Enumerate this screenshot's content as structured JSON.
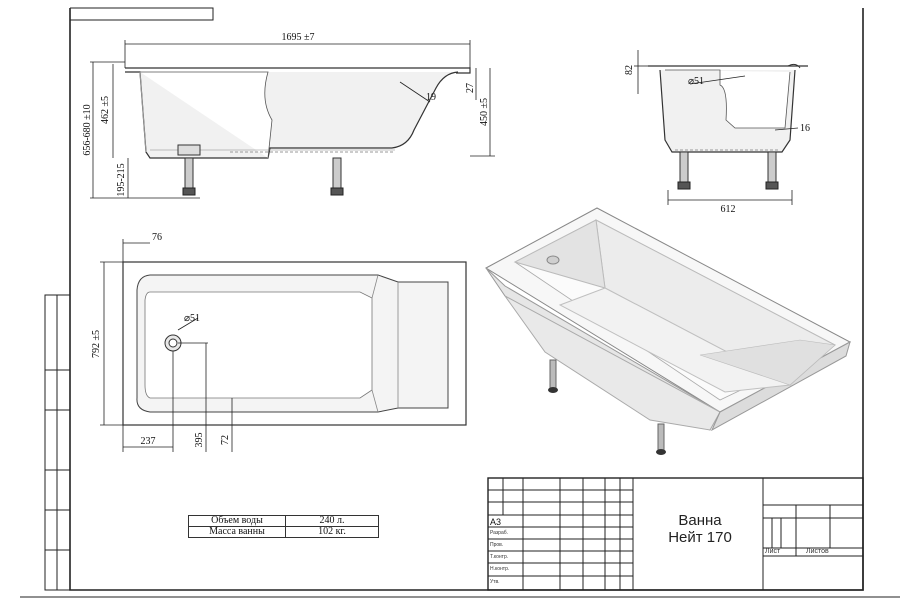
{
  "dimensions": {
    "side_length": "1695 ±7",
    "side_total_height": "656-680 ±10",
    "side_height": "462 ±5",
    "side_leg_height": "195-215",
    "side_rim_radius": "19",
    "side_rim_top": "27",
    "side_right_height": "450 ±5",
    "end_rim": "82",
    "end_drain": "⌀51",
    "end_wall": "16",
    "end_width": "612",
    "top_offset": "76",
    "top_width": "792 ±5",
    "top_drain": "⌀51",
    "top_drain_x": "237",
    "top_drain_y1": "395",
    "top_drain_y2": "72"
  },
  "specs": {
    "rows": [
      {
        "label": "Объем воды",
        "value": "240 л."
      },
      {
        "label": "Масса ванны",
        "value": "102 кг."
      }
    ]
  },
  "title_block": {
    "format": "A3",
    "title_line1": "Ванна",
    "title_line2": "Нейт 170",
    "sheet_label": "Лист",
    "sheets_label": "Листов",
    "roles": [
      "Разраб.",
      "Пров.",
      "Т.контр.",
      "Н.контр.",
      "Утв."
    ]
  }
}
